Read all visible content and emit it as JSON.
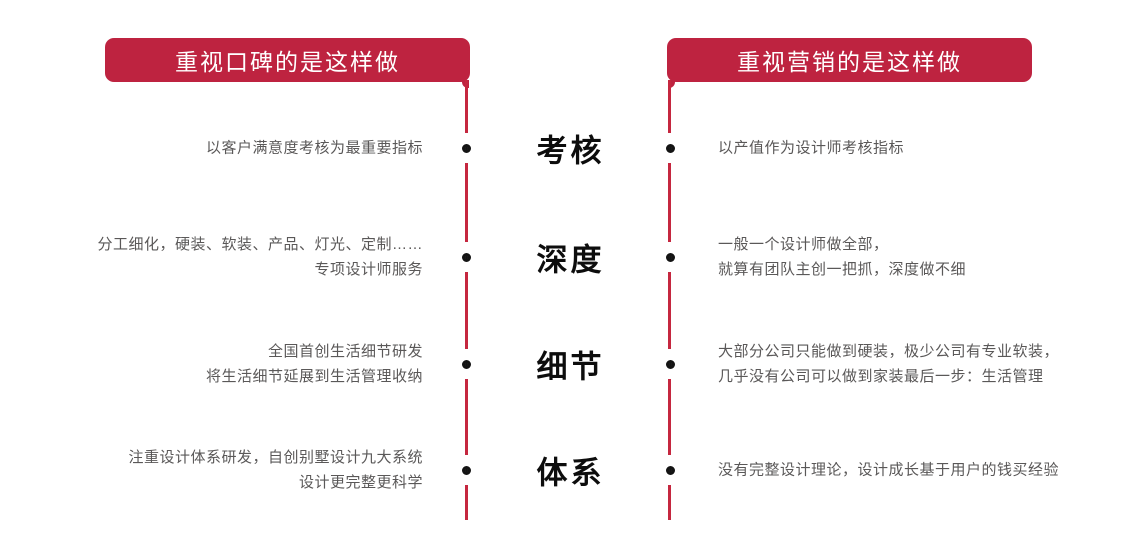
{
  "headers": {
    "left": "重视口碑的是这样做",
    "right": "重视营销的是这样做"
  },
  "rows": [
    {
      "label": "考核",
      "left": "以客户满意度考核为最重要指标",
      "right": "以产值作为设计师考核指标"
    },
    {
      "label": "深度",
      "left": "分工细化，硬装、软装、产品、灯光、定制……\n专项设计师服务",
      "right": "一般一个设计师做全部，\n就算有团队主创一把抓，深度做不细"
    },
    {
      "label": "细节",
      "left": "全国首创生活细节研发\n将生活细节延展到生活管理收纳",
      "right": "大部分公司只能做到硬装，极少公司有专业软装，\n几乎没有公司可以做到家装最后一步：生活管理"
    },
    {
      "label": "体系",
      "left": "注重设计体系研发，自创别墅设计九大系统\n设计更完整更科学",
      "right": "没有完整设计理论，设计成长基于用户的钱买经验"
    }
  ],
  "colors": {
    "accent_red": "#BE2340",
    "line_red": "#C5273F",
    "text_gray": "#5A5858",
    "label_black": "#0D0D0D"
  }
}
